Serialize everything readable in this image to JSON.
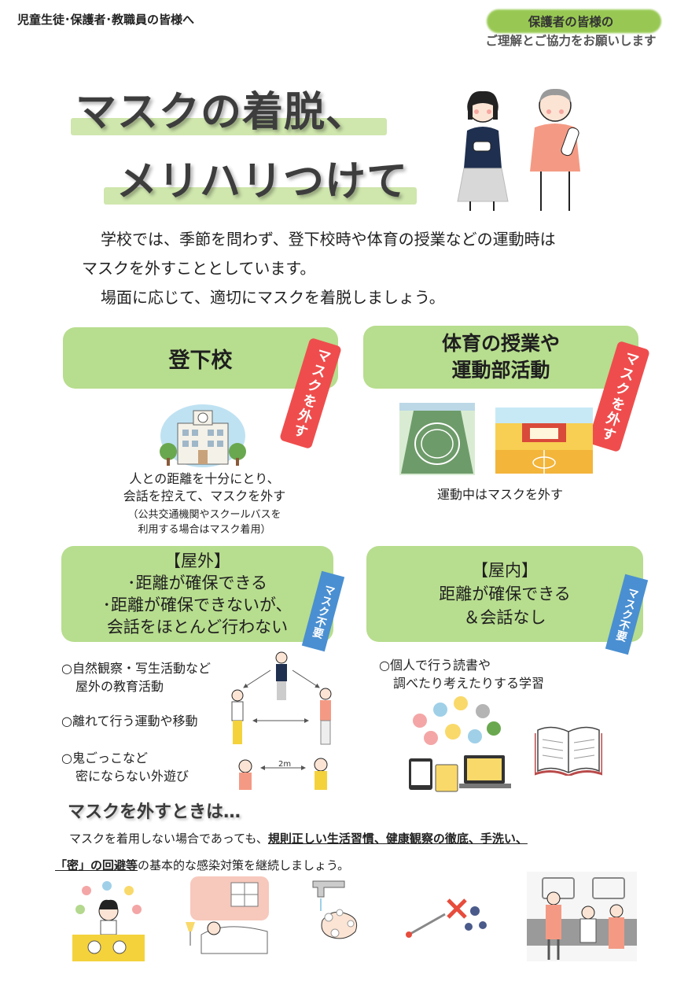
{
  "header": {
    "audience": "児童生徒･保護者･教職員の皆様へ",
    "request_line1": "保護者の皆様の",
    "request_line2": "ご理解とご協力をお願いします"
  },
  "title": {
    "line1": "マスクの着脱、",
    "line2": "メリハリつけて"
  },
  "intro": {
    "line1": "学校では、季節を問わず、登下校時や体育の授業などの運動時は",
    "line2": "マスクを外すこととしています。",
    "line3": "場面に応じて、適切にマスクを着脱しましょう。"
  },
  "commute": {
    "heading": "登下校",
    "tag": "マスクを外す",
    "caption_line1": "人との距離を十分にとり、",
    "caption_line2": "会話を控えて、マスクを外す",
    "note_line1": "（公共交通機関やスクールバスを",
    "note_line2": "利用する場合はマスク着用）"
  },
  "sports": {
    "heading_line1": "体育の授業や",
    "heading_line2": "運動部活動",
    "tag": "マスクを外す",
    "caption": "運動中はマスクを外す"
  },
  "outdoor": {
    "heading": "【屋外】",
    "line1": "･距離が確保できる",
    "line2": "･距離が確保できないが、",
    "line3": "会話をほとんど行わない",
    "tag": "マスク不要",
    "items": [
      {
        "line1": "○自然観察・写生活動など",
        "line2": "屋外の教育活動"
      },
      {
        "line1": "○離れて行う運動や移動",
        "line2": ""
      },
      {
        "line1": "○鬼ごっこなど",
        "line2": "密にならない外遊び"
      }
    ],
    "distance_label": "2m"
  },
  "indoor": {
    "heading": "【屋内】",
    "line1": "距離が確保できる",
    "line2": "＆会話なし",
    "tag": "マスク不要",
    "item_line1": "○個人で行う読書や",
    "item_line2": "調べたり考えたりする学習"
  },
  "when_off": {
    "heading": "マスクを外すときは…",
    "text_lead": "マスクを着用しない場合であっても、",
    "text_emph1": "規則正しい生活習慣、健康観察の徹底、手洗い、",
    "text_emph2": "「密」の回避等",
    "text_tail": "の基本的な感染対策を継続しましょう。"
  },
  "colors": {
    "green": "#b7dd8e",
    "red_tag": "#ef4d4d",
    "blue_tag": "#4a8fd1"
  }
}
